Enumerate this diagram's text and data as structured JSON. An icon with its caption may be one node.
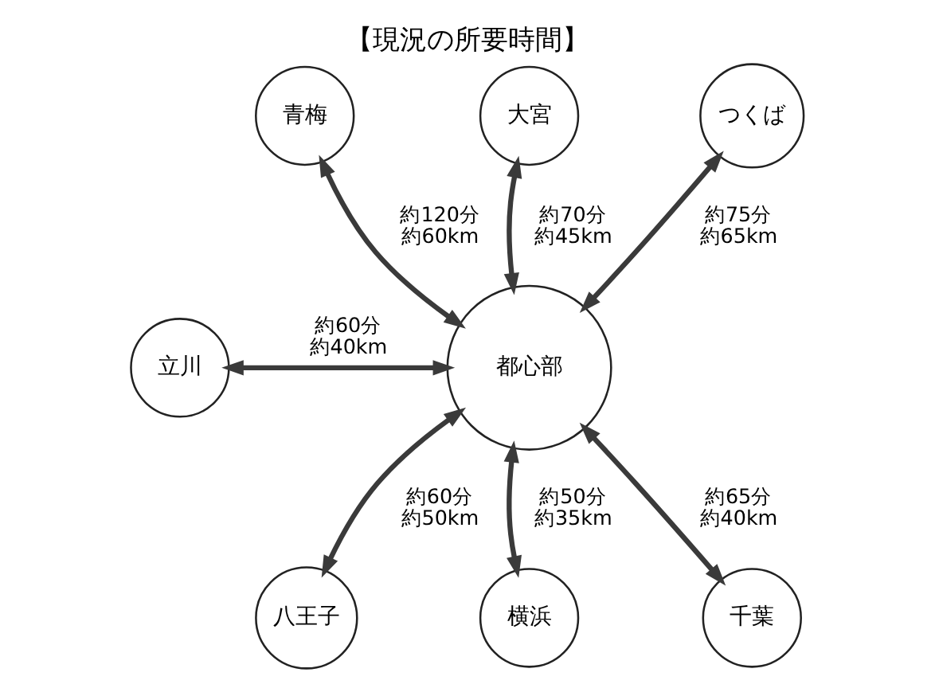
{
  "diagram": {
    "title": "【現況の所要時間】",
    "nodes": [
      {
        "text": [
          "青梅"
        ]
      },
      {
        "text": [
          "大宮"
        ]
      },
      {
        "text": [
          "つくば"
        ]
      },
      {
        "text": [
          "立川"
        ]
      },
      {
        "text": [
          "都心部"
        ]
      },
      {
        "text": [
          "八王子"
        ]
      },
      {
        "text": [
          "横浜"
        ]
      },
      {
        "text": [
          "千葉"
        ]
      }
    ],
    "edges": [
      {
        "from": 0,
        "to": 4,
        "arrow": "both",
        "label": "約120分約60km"
      },
      {
        "from": 1,
        "to": 4,
        "arrow": "both",
        "label": "約70分約45km"
      },
      {
        "from": 2,
        "to": 4,
        "arrow": "both",
        "label": "約75分約65km"
      },
      {
        "from": 3,
        "to": 4,
        "arrow": "both",
        "label": "約60分約40km"
      },
      {
        "from": 4,
        "to": 5,
        "arrow": "both",
        "label": "約60分約50km"
      },
      {
        "from": 4,
        "to": 6,
        "arrow": "both",
        "label": "約50分約35km"
      },
      {
        "from": 4,
        "to": 7,
        "arrow": "both",
        "label": "約65分約40km"
      }
    ]
  }
}
